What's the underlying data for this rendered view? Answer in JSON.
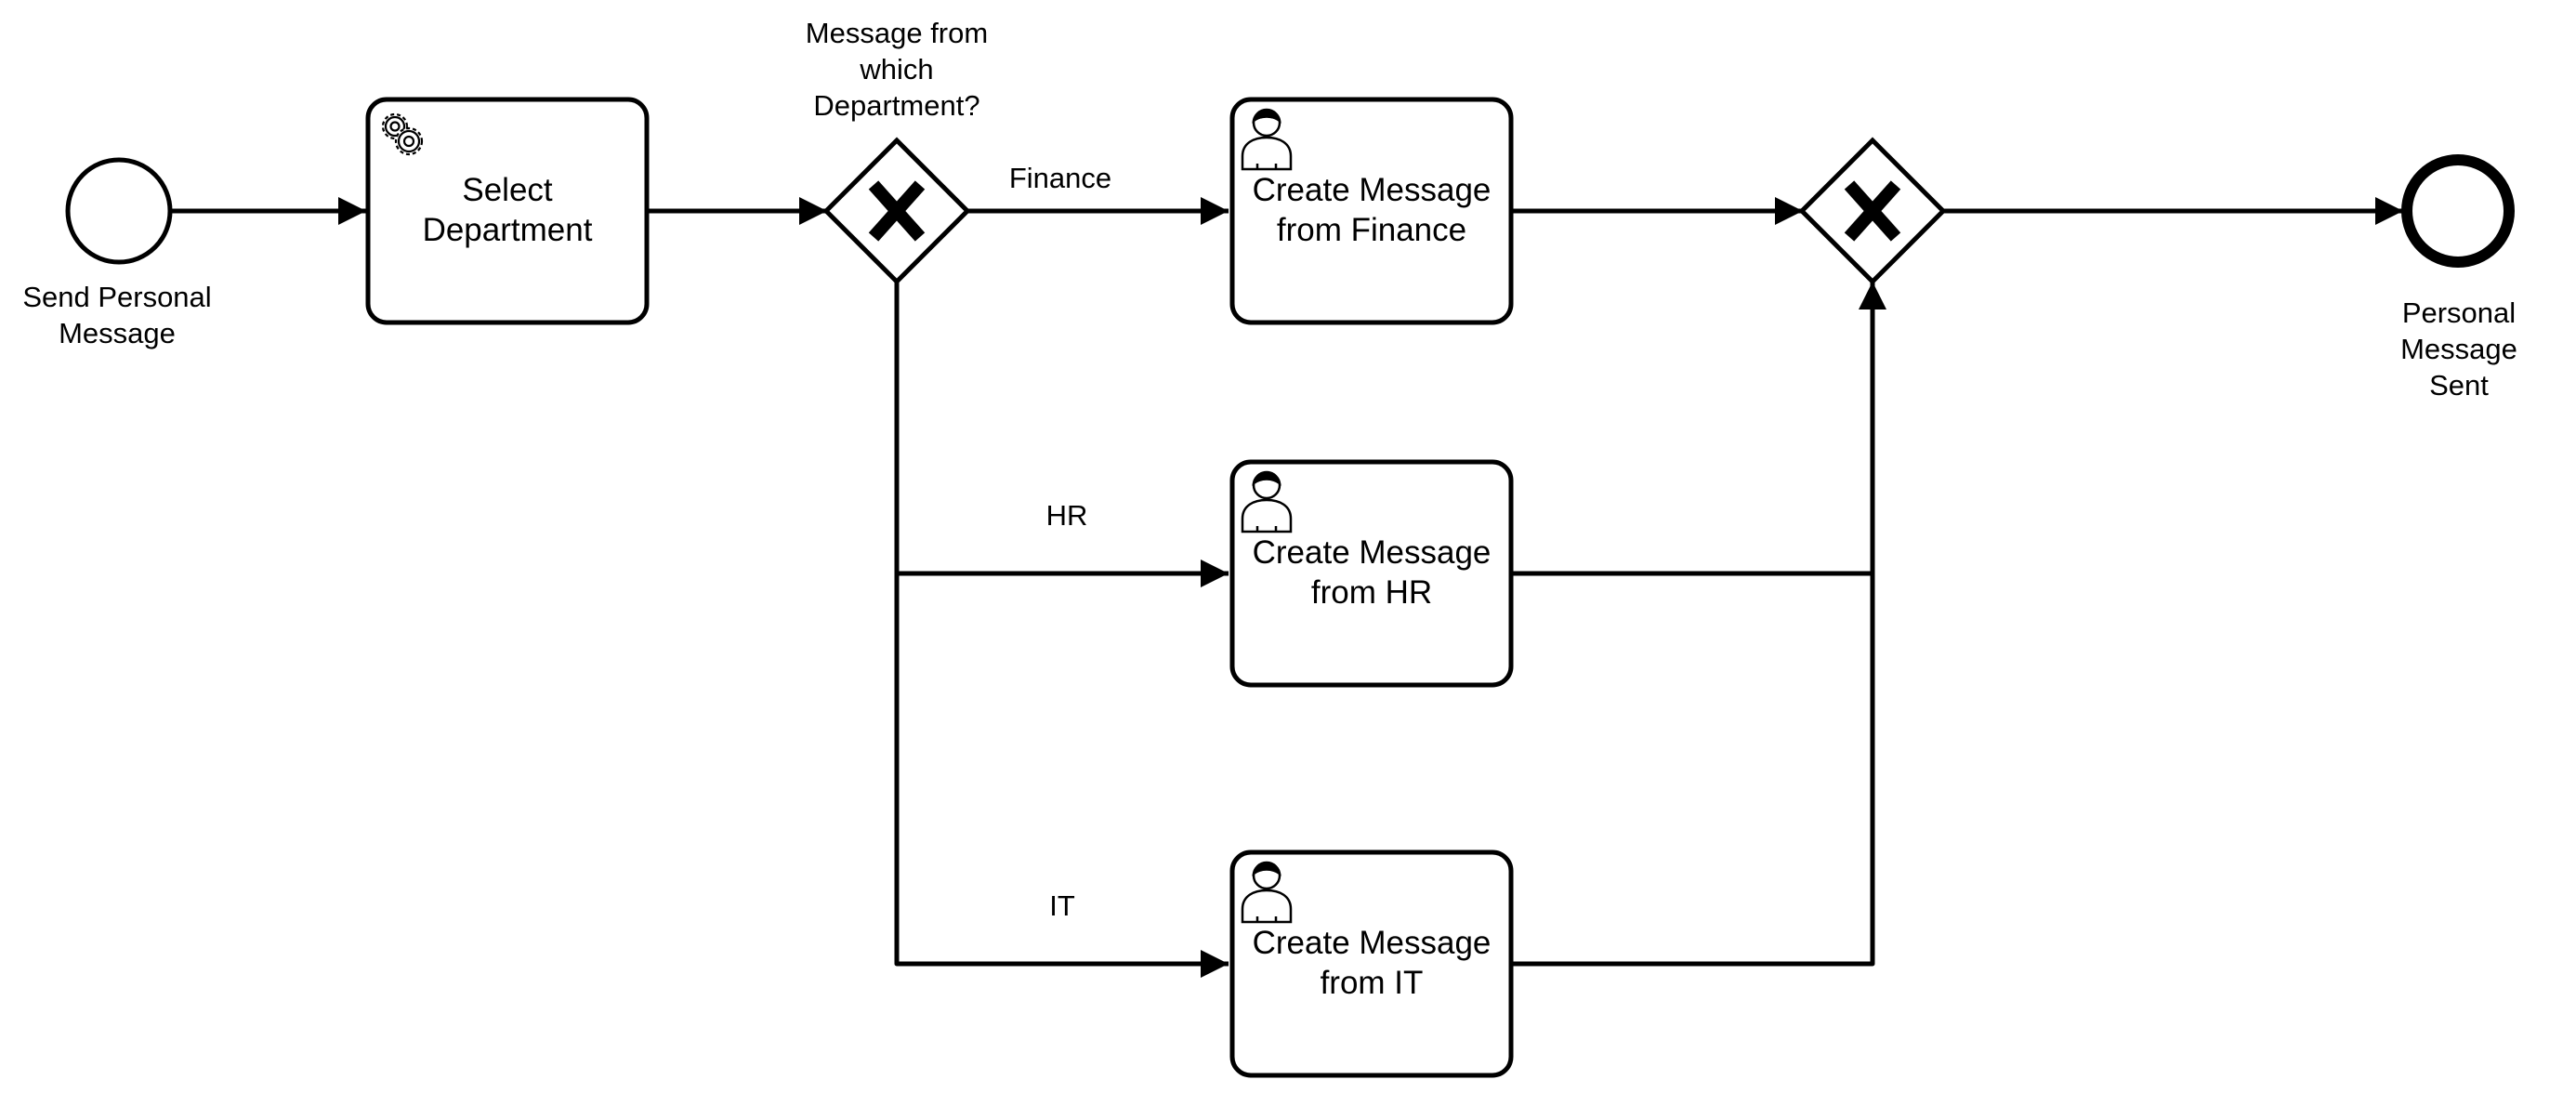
{
  "diagram": {
    "start_event": {
      "label": "Send Personal\nMessage"
    },
    "end_event": {
      "label": "Personal\nMessage Sent"
    },
    "tasks": {
      "select_department": {
        "label": "Select\nDepartment",
        "kind": "service",
        "icon": "gear-icon"
      },
      "finance": {
        "label": "Create Message\nfrom Finance",
        "kind": "user",
        "icon": "user-icon"
      },
      "hr": {
        "label": "Create Message\nfrom HR",
        "kind": "user",
        "icon": "user-icon"
      },
      "it": {
        "label": "Create Message\nfrom IT",
        "kind": "user",
        "icon": "user-icon"
      }
    },
    "gateways": {
      "split": {
        "label": "Message from\nwhich\nDepartment?",
        "kind": "exclusive",
        "marker": "X"
      },
      "join": {
        "label": "",
        "kind": "exclusive",
        "marker": "X"
      }
    },
    "flows": {
      "finance": "Finance",
      "hr": "HR",
      "it": "IT"
    },
    "colors": {
      "stroke": "#000000",
      "fill": "#ffffff",
      "text": "#000000"
    }
  }
}
